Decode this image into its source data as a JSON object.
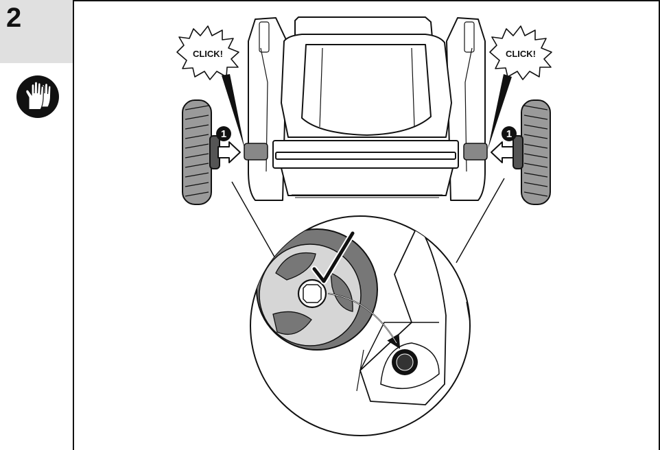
{
  "step": {
    "number": "2"
  },
  "callouts": {
    "left_click": "CLICK!",
    "right_click": "CLICK!",
    "marker": "1"
  },
  "icons": {
    "ppe": "gloves-icon",
    "check": "checkmark-icon",
    "arrow": "push-arrow-icon"
  },
  "colors": {
    "ink": "#111111",
    "step_background": "#e0e0e0",
    "tire": "#7a7a7a",
    "hub": "#d6d6d6"
  }
}
